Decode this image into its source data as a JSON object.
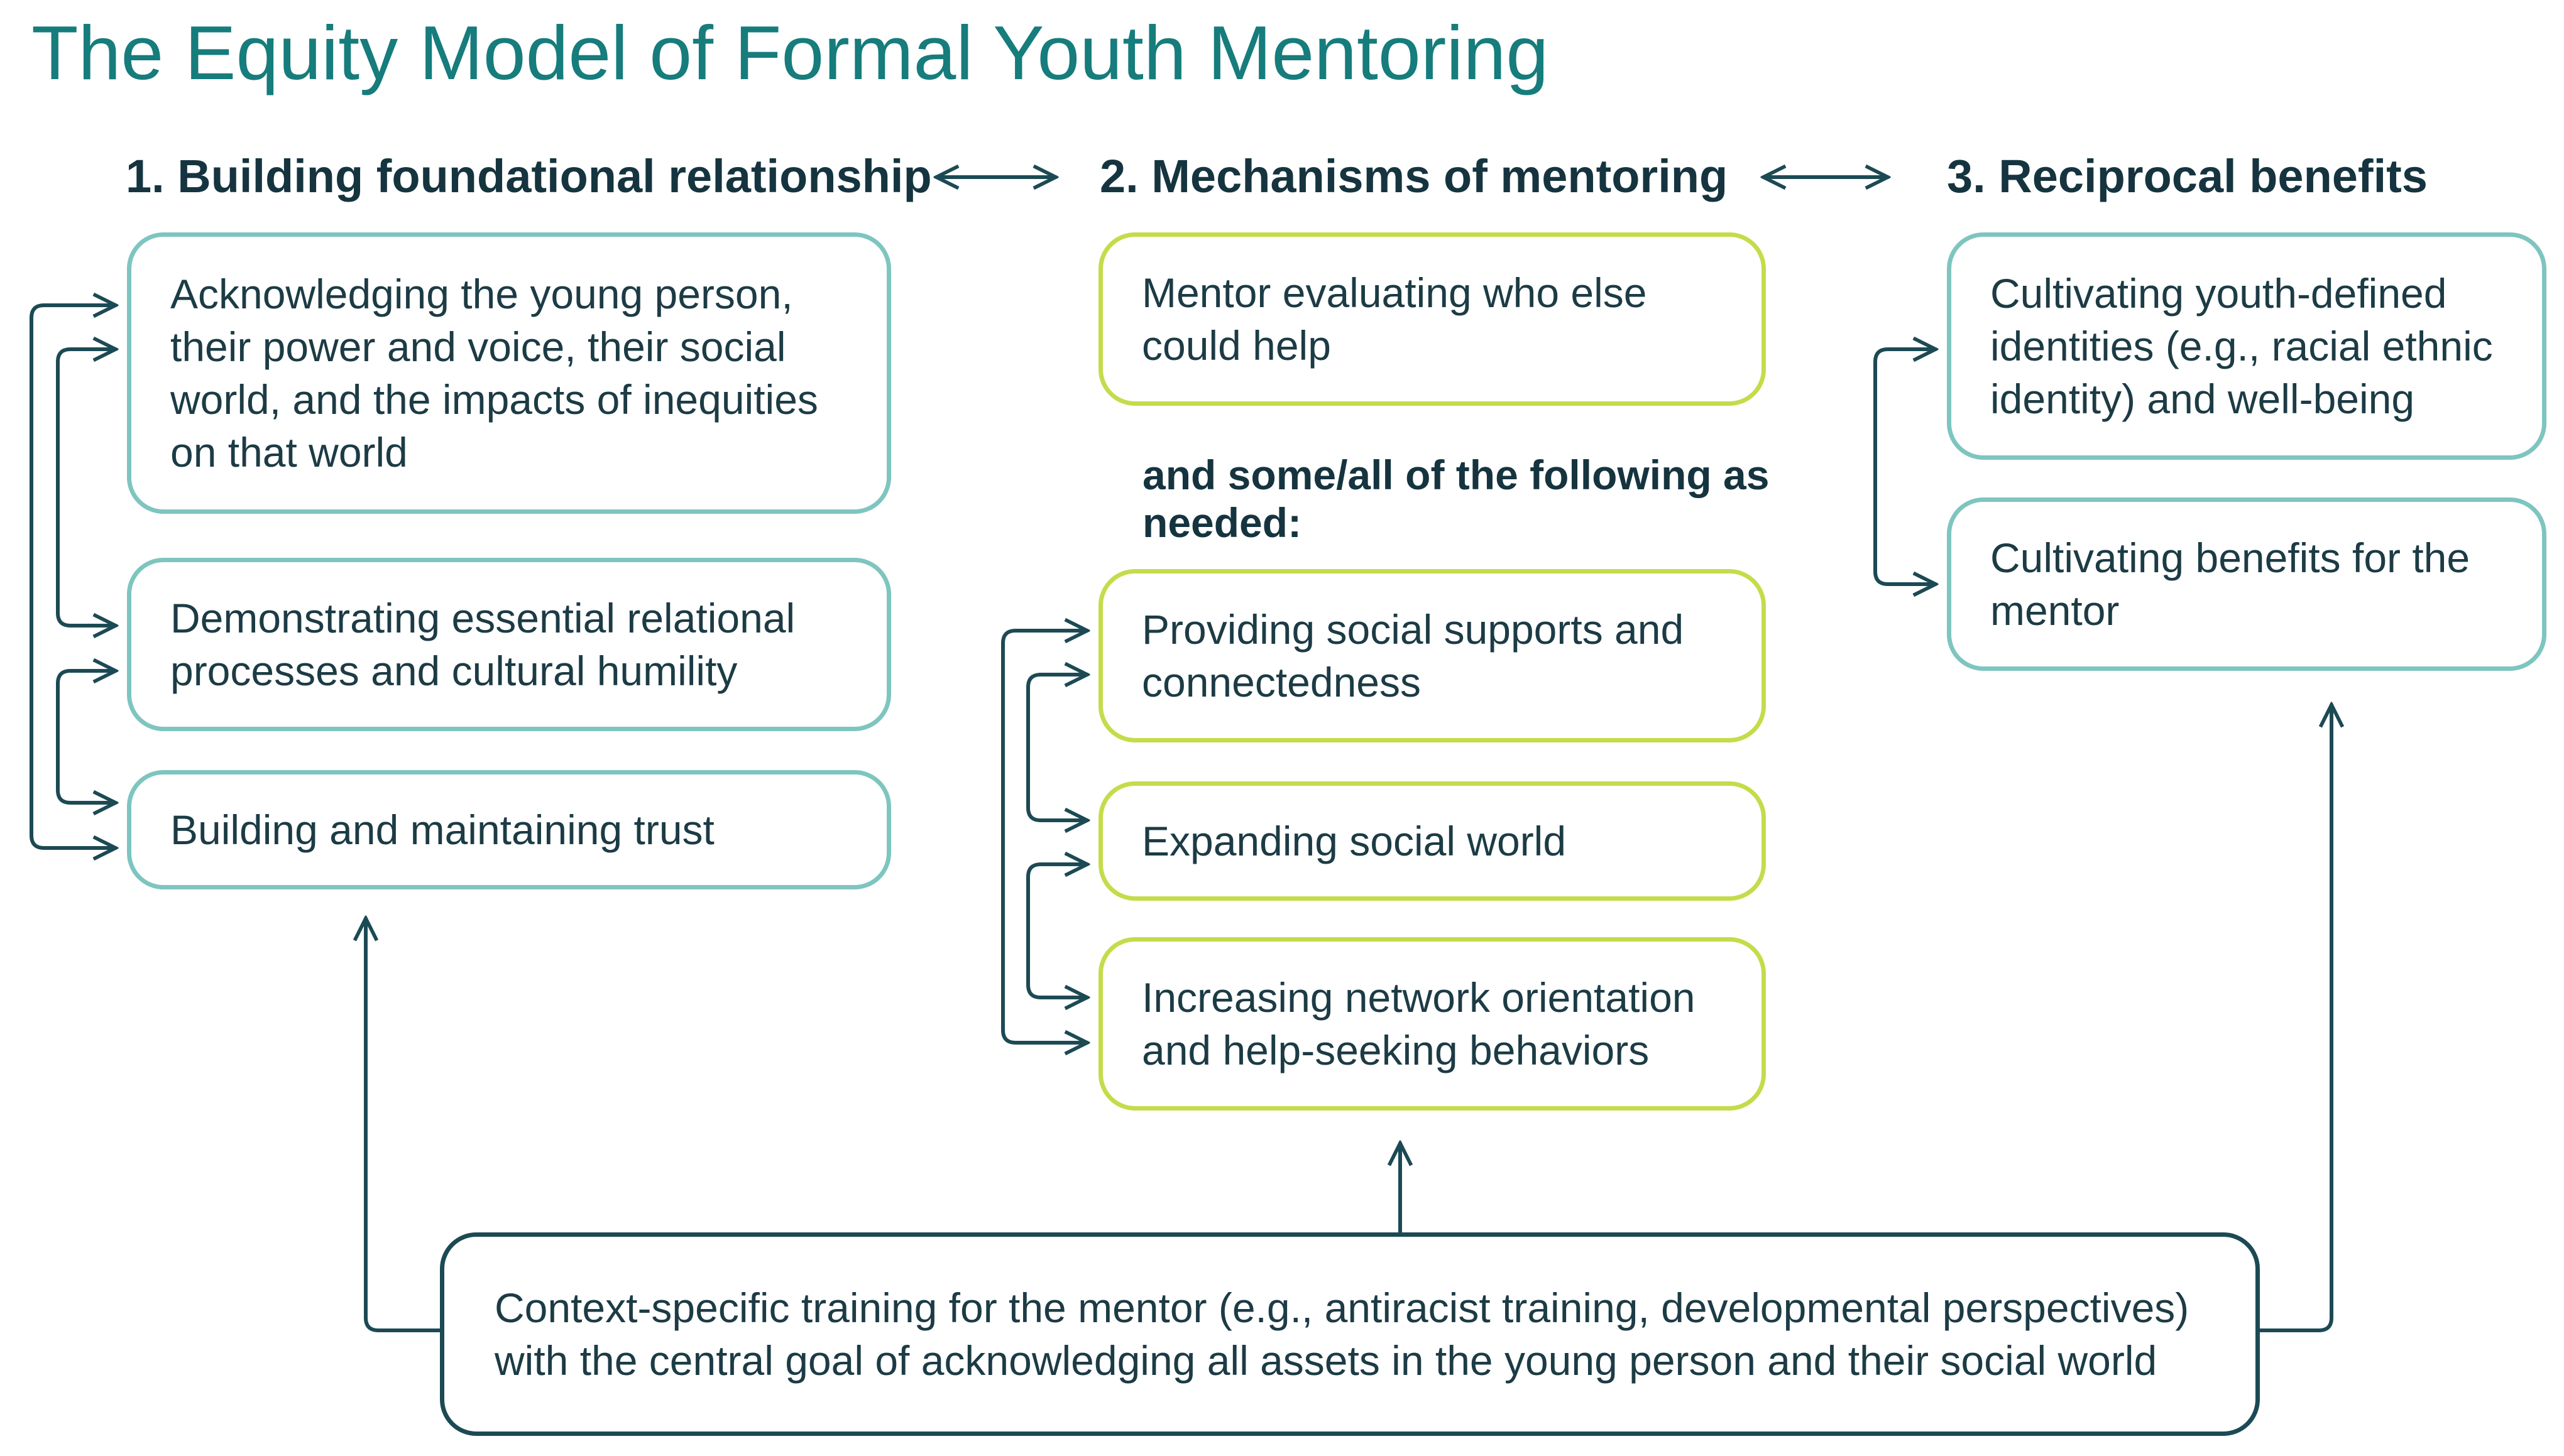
{
  "title": "The Equity Model of Formal Youth Mentoring",
  "columns": [
    {
      "heading": "1. Building foundational relationship",
      "boxes": [
        "Acknowledging the young person, their power and voice, their social world, and the impacts of inequities on that world",
        "Demonstrating essential relational processes and cultural humility",
        "Building and maintaining trust"
      ]
    },
    {
      "heading": "2. Mechanisms of mentoring",
      "boxes": [
        "Mentor evaluating who else could help",
        "Providing social supports and connectedness",
        "Expanding social world",
        "Increasing network orientation and help-seeking behaviors"
      ],
      "subheading": "and some/all of the following as needed:"
    },
    {
      "heading": "3. Reciprocal benefits",
      "boxes": [
        "Cultivating youth-defined identities (e.g., racial ethnic identity) and well-being",
        "Cultivating benefits for the mentor"
      ]
    }
  ],
  "footer": "Context-specific training for the mentor (e.g., antiracist training, developmental perspectives) with the central goal of acknowledging all assets in the young person and their social world",
  "colors": {
    "title": "#167c7c",
    "column1_border": "#7ec5c0",
    "column2_border": "#c4dc4a",
    "footer_border": "#1c4a54",
    "arrow": "#1c4a54"
  }
}
